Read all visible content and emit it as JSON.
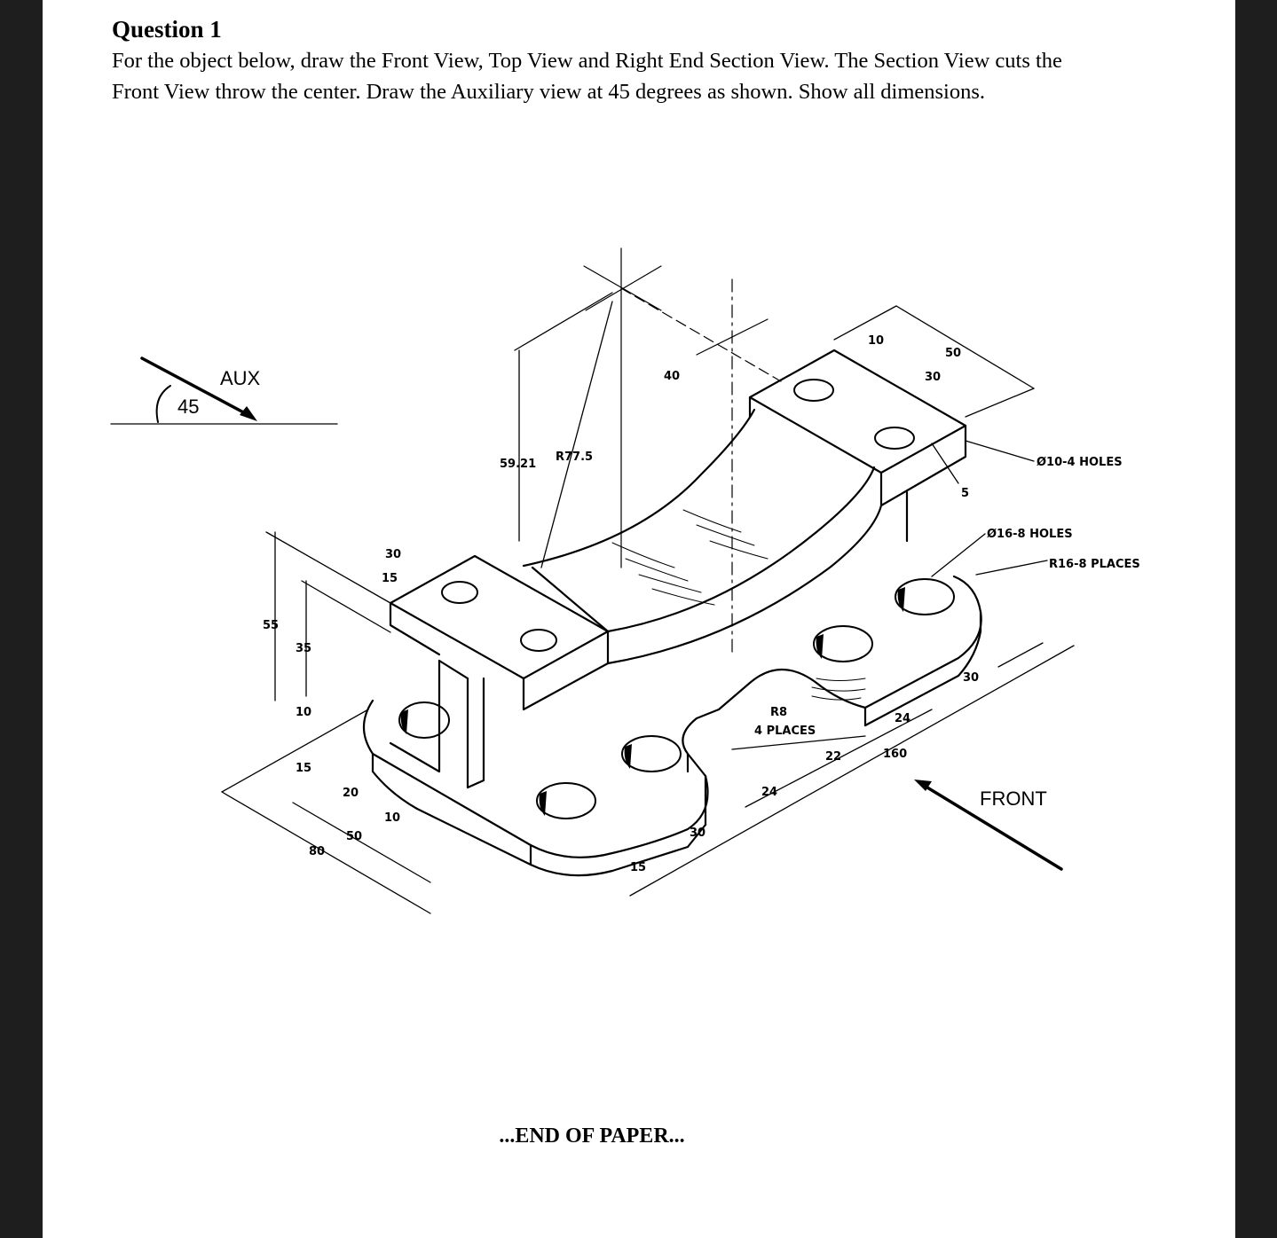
{
  "question": {
    "title": "Question 1",
    "line1": "For the object below, draw the Front View, Top View and Right End Section View. The Section View cuts the",
    "line2": "Front View throw the center. Draw the Auxiliary view at 45 degrees as shown. Show all dimensions."
  },
  "aux": {
    "label": "AUX",
    "angle": "45"
  },
  "front_label": "FRONT",
  "dimensions": {
    "d10_top": "10",
    "d50_top": "50",
    "d30_top": "30",
    "d40": "40",
    "d59": "59.21",
    "r77": "R77.5",
    "hole10": "Ø10-4 HOLES",
    "d5": "5",
    "hole16": "Ø16-8 HOLES",
    "r16": "R16-8 PLACES",
    "d30_l": "30",
    "d15_l": "15",
    "d55": "55",
    "d35": "35",
    "d10_l": "10",
    "d15_b": "15",
    "d20": "20",
    "d10_b": "10",
    "d50_b": "50",
    "d80": "80",
    "r8": "R8",
    "r8_places": "4 PLACES",
    "d30_r": "30",
    "d24_r": "24",
    "d22": "22",
    "d160": "160",
    "d24_b": "24",
    "d30_b": "30",
    "d15_bb": "15"
  },
  "footer": "...END OF PAPER..."
}
